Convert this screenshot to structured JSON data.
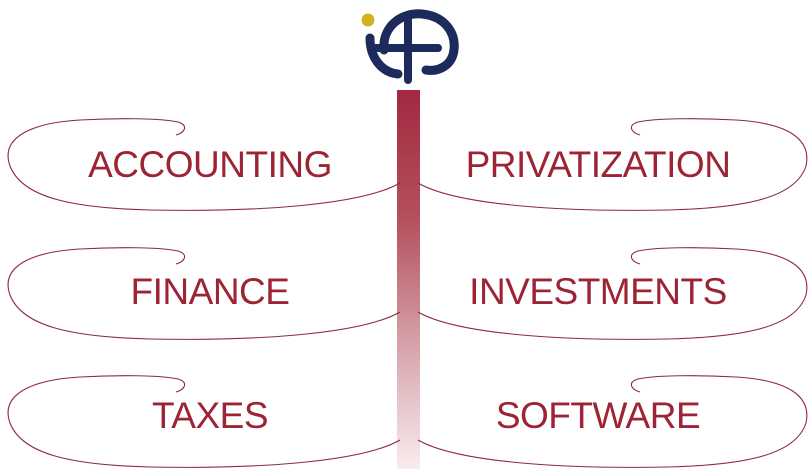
{
  "colors": {
    "brand_red": "#9d2434",
    "brand_navy": "#1c2a5c",
    "brand_gold": "#d4b21e"
  },
  "logo": {
    "icon": "iep-logo-icon"
  },
  "left_items": [
    {
      "label": "ACCOUNTING"
    },
    {
      "label": "FINANCE"
    },
    {
      "label": "TAXES"
    }
  ],
  "right_items": [
    {
      "label": "PRIVATIZATION"
    },
    {
      "label": "INVESTMENTS"
    },
    {
      "label": "SOFTWARE"
    }
  ]
}
